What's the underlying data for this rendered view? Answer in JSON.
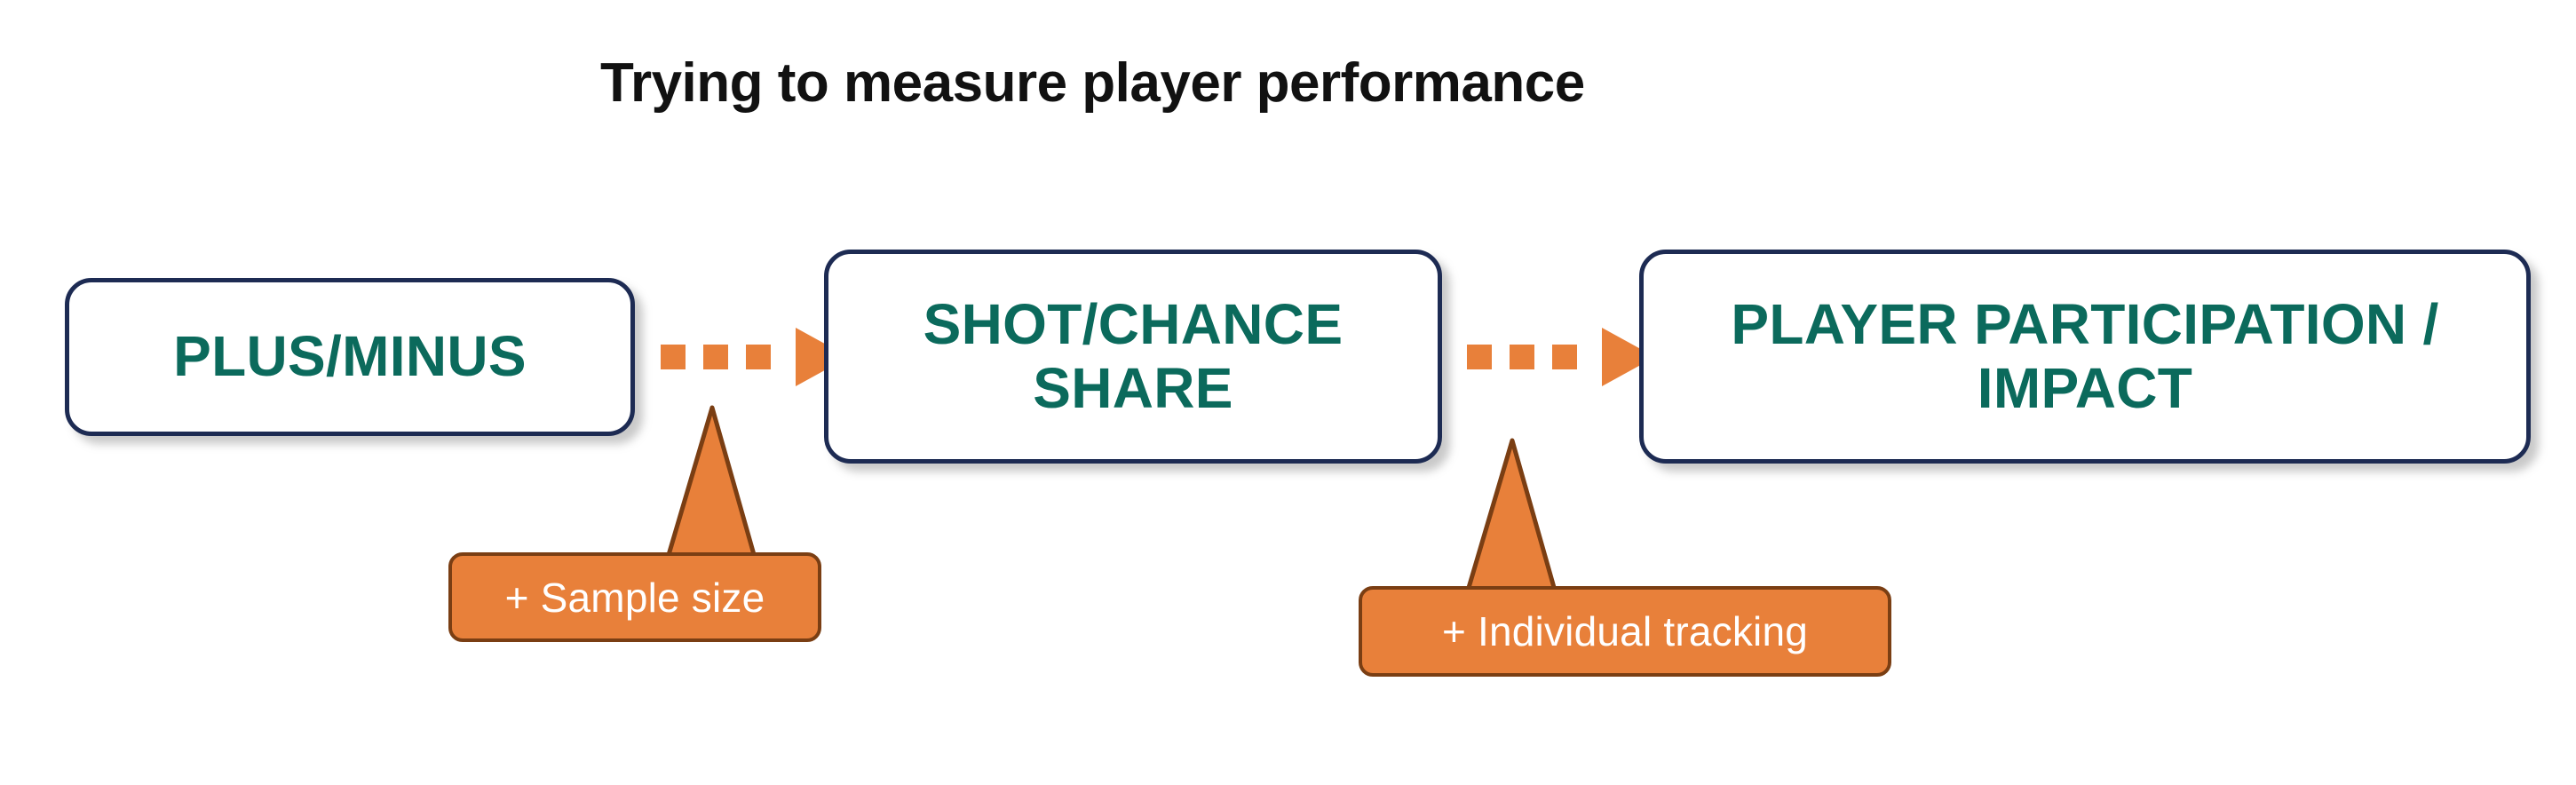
{
  "page": {
    "title": "Trying to measure player performance",
    "background": "#ffffff"
  },
  "colors": {
    "box_border": "#1d2b53",
    "box_fill": "#ffffff",
    "box_text": "#0b6a5c",
    "accent_orange": "#e8803a",
    "callout_border": "#7a3e13",
    "callout_text": "#ffffff",
    "title_text": "#111111"
  },
  "flow": {
    "stages": [
      {
        "id": "plus-minus",
        "label": "PLUS/MINUS",
        "lines": [
          "PLUS/MINUS"
        ]
      },
      {
        "id": "shot-chance-share",
        "label": "SHOT/CHANCE SHARE",
        "lines": [
          "SHOT/CHANCE",
          "SHARE"
        ]
      },
      {
        "id": "player-participation-impact",
        "label": "PLAYER PARTICIPATION / IMPACT",
        "lines": [
          "PLAYER PARTICIPATION /",
          "IMPACT"
        ]
      }
    ],
    "connectors": [
      {
        "id": "connector-1",
        "from": "plus-minus",
        "to": "shot-chance-share",
        "style": "dotted-arrow",
        "dots": 3
      },
      {
        "id": "connector-2",
        "from": "shot-chance-share",
        "to": "player-participation-impact",
        "style": "dotted-arrow",
        "dots": 3
      }
    ],
    "callouts": [
      {
        "id": "sample-size",
        "text": "+ Sample size",
        "points_at": "connector-1"
      },
      {
        "id": "individual-tracking",
        "text": "+ Individual tracking",
        "points_at": "connector-2"
      }
    ]
  }
}
